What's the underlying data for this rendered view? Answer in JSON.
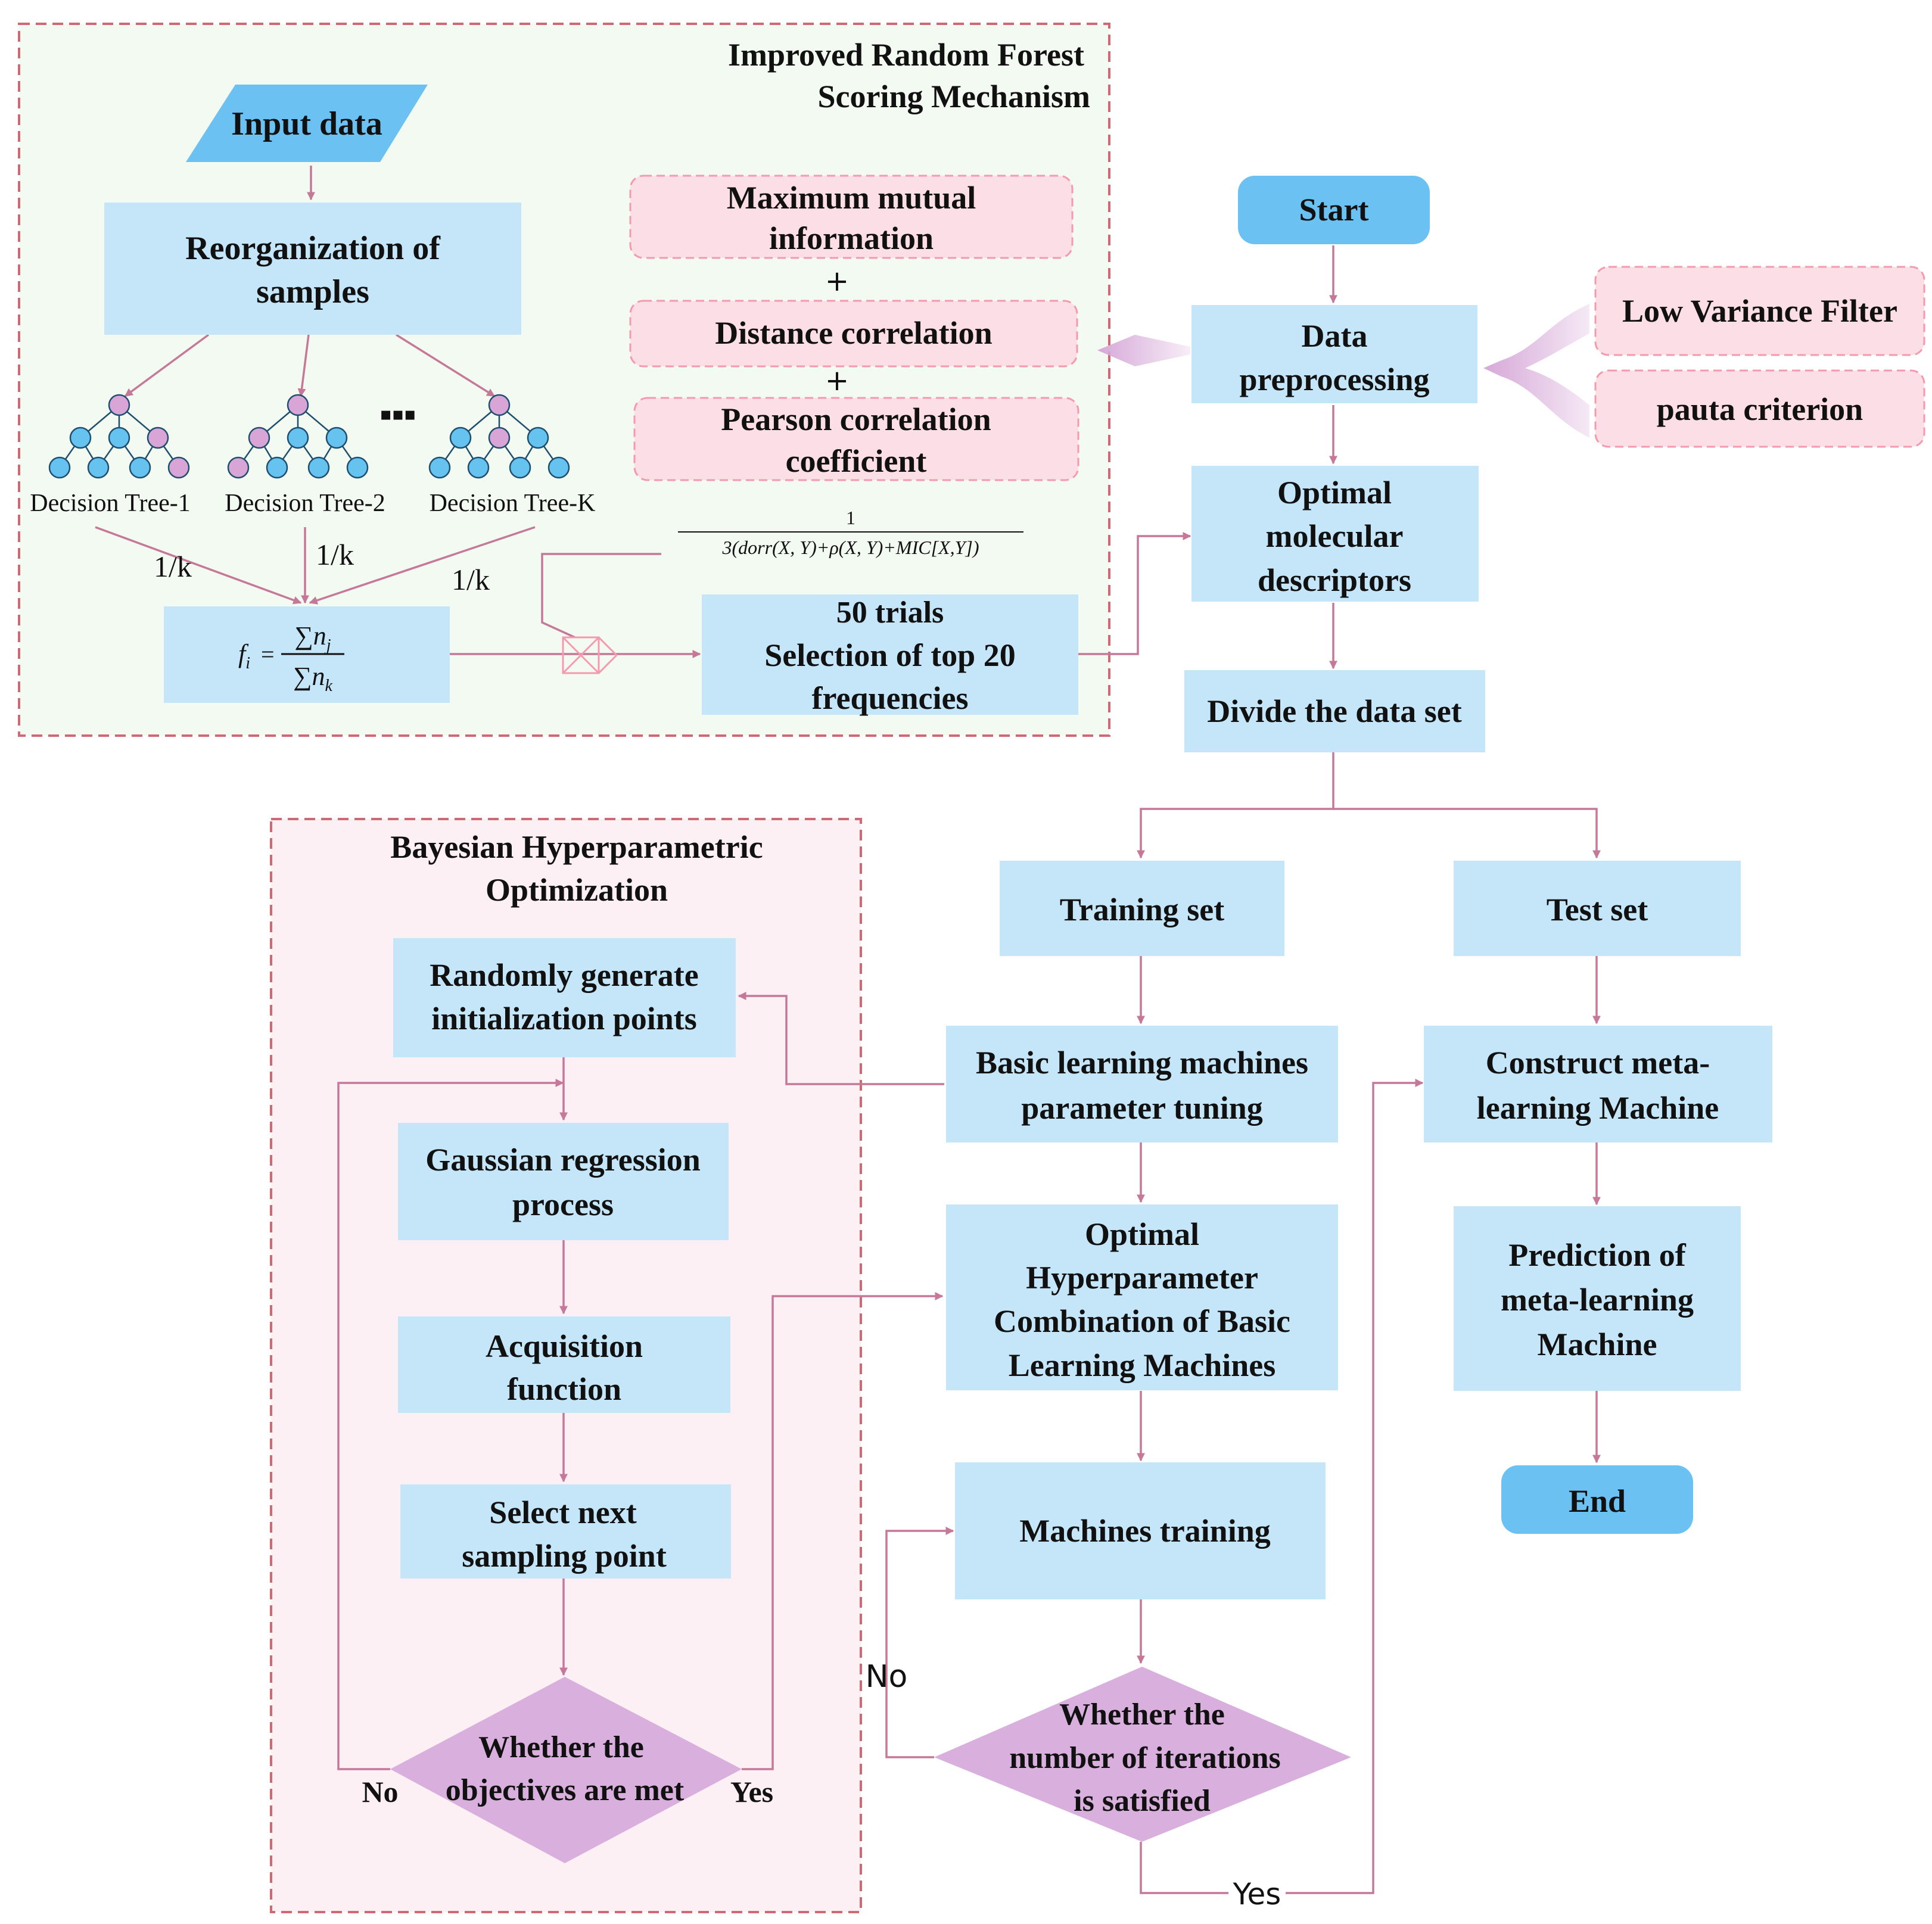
{
  "panels": {
    "rf_title": [
      "Improved Random Forest",
      "Scoring Mechanism"
    ],
    "bayes_title": [
      "Bayesian Hyperparametric",
      "Optimization"
    ]
  },
  "rf": {
    "input": "Input data",
    "reorg": [
      "Reorganization of",
      "samples"
    ],
    "trees": [
      "Decision Tree-1",
      "Decision Tree-2",
      "Decision Tree-K"
    ],
    "ellipsis": "▪▪▪",
    "weights": [
      "1/k",
      "1/k",
      "1/k"
    ],
    "formula": {
      "lhs": "f",
      "sub": "i",
      "eq": "=",
      "num": "∑n",
      "num_sub": "j",
      "den": "∑n",
      "den_sub": "k"
    },
    "fraction": {
      "num": "1",
      "den": "3(dorr(X, Y)+ρ(X, Y)+MIC[X,Y])"
    },
    "metrics": [
      [
        "Maximum mutual",
        "information"
      ],
      [
        "Distance correlation"
      ],
      [
        "Pearson correlation",
        "coefficient"
      ]
    ],
    "plus": "+",
    "selection": [
      "50 trials",
      "Selection of top 20",
      "frequencies"
    ]
  },
  "main": {
    "start": "Start",
    "preprocess": [
      "Data",
      "preprocessing"
    ],
    "filters": [
      "Low Variance Filter",
      "pauta criterion"
    ],
    "descriptors": [
      "Optimal",
      "molecular",
      "descriptors"
    ],
    "divide": "Divide the data set",
    "training": "Training set",
    "test": "Test set",
    "tuning": [
      "Basic learning machines",
      "parameter tuning"
    ],
    "optimal_combo": [
      "Optimal",
      "Hyperparameter",
      "Combination of Basic",
      "Learning Machines"
    ],
    "machines_training": "Machines training",
    "iter_decision": [
      "Whether the",
      "number of iterations",
      "is satisfied"
    ],
    "no": "No",
    "yes": "Yes",
    "construct": [
      "Construct meta-",
      "learning Machine"
    ],
    "prediction": [
      "Prediction of",
      "meta-learning",
      "Machine"
    ],
    "end": "End"
  },
  "bayes": {
    "random": [
      "Randomly generate",
      "initialization points"
    ],
    "gaussian": [
      "Gaussian regression",
      "process"
    ],
    "acquisition": [
      "Acquisition",
      "function"
    ],
    "select": [
      "Select next",
      "sampling point"
    ],
    "decision": [
      "Whether the",
      "objectives are met"
    ],
    "no": "No",
    "yes": "Yes"
  },
  "colors": {
    "box": "#c5e6f9",
    "terminal": "#6cc1f3",
    "pink_box": "#fcdfe6",
    "pink_border": "#f39aae",
    "diamond": "#d9b0dd",
    "arrow": "#c57898",
    "green_panel": "#f3faf1",
    "pink_panel": "#fdf0f4",
    "panel_border": "#cf6a74"
  }
}
